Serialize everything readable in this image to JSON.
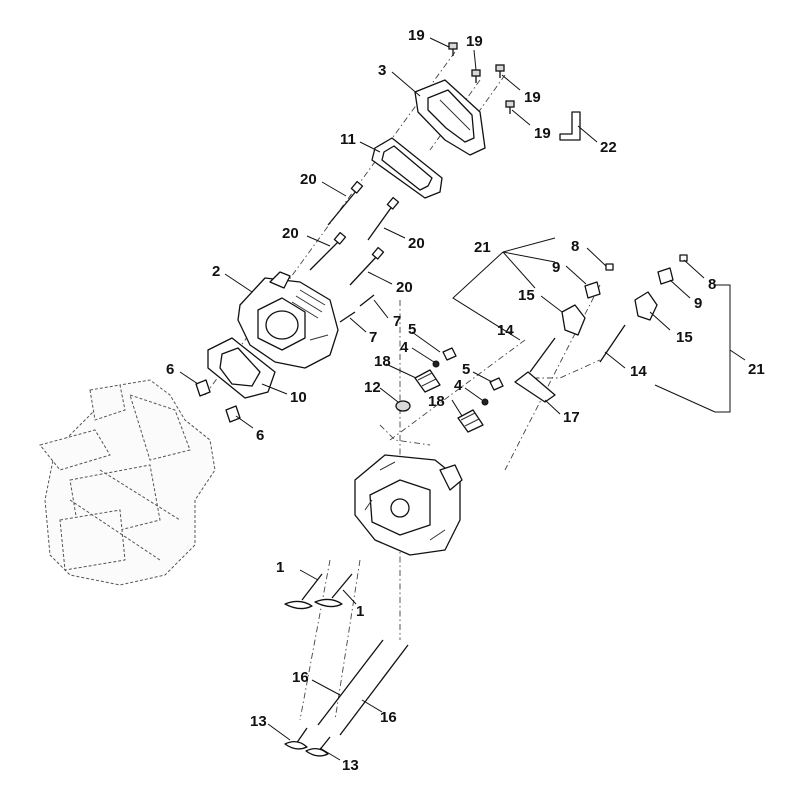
{
  "callouts": [
    {
      "id": "c19a",
      "label": "19"
    },
    {
      "id": "c19b",
      "label": "19"
    },
    {
      "id": "c19c",
      "label": "19"
    },
    {
      "id": "c19d",
      "label": "19"
    },
    {
      "id": "c3",
      "label": "3"
    },
    {
      "id": "c22",
      "label": "22"
    },
    {
      "id": "c11",
      "label": "11"
    },
    {
      "id": "c20a",
      "label": "20"
    },
    {
      "id": "c20b",
      "label": "20"
    },
    {
      "id": "c20c",
      "label": "20"
    },
    {
      "id": "c20d",
      "label": "20"
    },
    {
      "id": "c2",
      "label": "2"
    },
    {
      "id": "c7a",
      "label": "7"
    },
    {
      "id": "c7b",
      "label": "7"
    },
    {
      "id": "c21a",
      "label": "21"
    },
    {
      "id": "c8a",
      "label": "8"
    },
    {
      "id": "c9a",
      "label": "9"
    },
    {
      "id": "c15a",
      "label": "15"
    },
    {
      "id": "c14a",
      "label": "14"
    },
    {
      "id": "c8b",
      "label": "8"
    },
    {
      "id": "c9b",
      "label": "9"
    },
    {
      "id": "c15b",
      "label": "15"
    },
    {
      "id": "c21b",
      "label": "21"
    },
    {
      "id": "c14b",
      "label": "14"
    },
    {
      "id": "c5a",
      "label": "5"
    },
    {
      "id": "c4a",
      "label": "4"
    },
    {
      "id": "c18a",
      "label": "18"
    },
    {
      "id": "c12",
      "label": "12"
    },
    {
      "id": "c4b",
      "label": "4"
    },
    {
      "id": "c5b",
      "label": "5"
    },
    {
      "id": "c18b",
      "label": "18"
    },
    {
      "id": "c17",
      "label": "17"
    },
    {
      "id": "c6a",
      "label": "6"
    },
    {
      "id": "c6b",
      "label": "6"
    },
    {
      "id": "c10",
      "label": "10"
    },
    {
      "id": "c1a",
      "label": "1"
    },
    {
      "id": "c1b",
      "label": "1"
    },
    {
      "id": "c16a",
      "label": "16"
    },
    {
      "id": "c16b",
      "label": "16"
    },
    {
      "id": "c13a",
      "label": "13"
    },
    {
      "id": "c13b",
      "label": "13"
    }
  ]
}
